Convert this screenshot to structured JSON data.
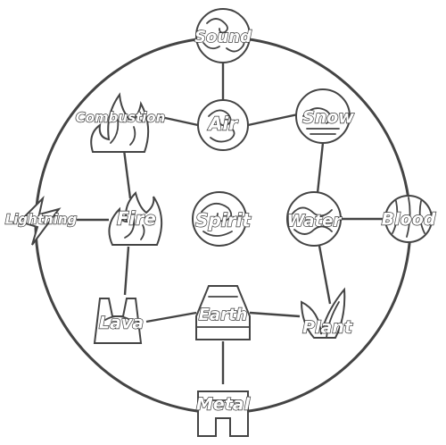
{
  "diagram": {
    "nodes": [
      {
        "id": "sound",
        "label": "Sound",
        "icon": "swirl-cloud-icon"
      },
      {
        "id": "air",
        "label": "Air",
        "icon": "air-swirl-icon"
      },
      {
        "id": "snow",
        "label": "Snow",
        "icon": "snow-swirl-icon"
      },
      {
        "id": "combustion",
        "label": "Combustion",
        "icon": "flame-burst-icon"
      },
      {
        "id": "fire",
        "label": "Fire",
        "icon": "fire-icon"
      },
      {
        "id": "spirit",
        "label": "Spirit",
        "icon": "spirit-swirl-icon"
      },
      {
        "id": "water",
        "label": "Water",
        "icon": "water-wave-icon"
      },
      {
        "id": "blood",
        "label": "Blood",
        "icon": "blood-drop-icon"
      },
      {
        "id": "lightning",
        "label": "Lightning",
        "icon": "lightning-bolt-icon"
      },
      {
        "id": "lava",
        "label": "Lava",
        "icon": "lava-rock-icon"
      },
      {
        "id": "earth",
        "label": "Earth",
        "icon": "earth-block-icon"
      },
      {
        "id": "plant",
        "label": "Plant",
        "icon": "plant-leaf-icon"
      },
      {
        "id": "metal",
        "label": "Metal",
        "icon": "metal-block-icon"
      }
    ],
    "edges": [
      [
        "sound",
        "air"
      ],
      [
        "air",
        "snow"
      ],
      [
        "air",
        "combustion"
      ],
      [
        "combustion",
        "fire"
      ],
      [
        "snow",
        "water"
      ],
      [
        "fire",
        "lightning"
      ],
      [
        "water",
        "blood"
      ],
      [
        "fire",
        "lava"
      ],
      [
        "lava",
        "earth"
      ],
      [
        "earth",
        "plant"
      ],
      [
        "plant",
        "water"
      ],
      [
        "earth",
        "metal"
      ]
    ]
  }
}
